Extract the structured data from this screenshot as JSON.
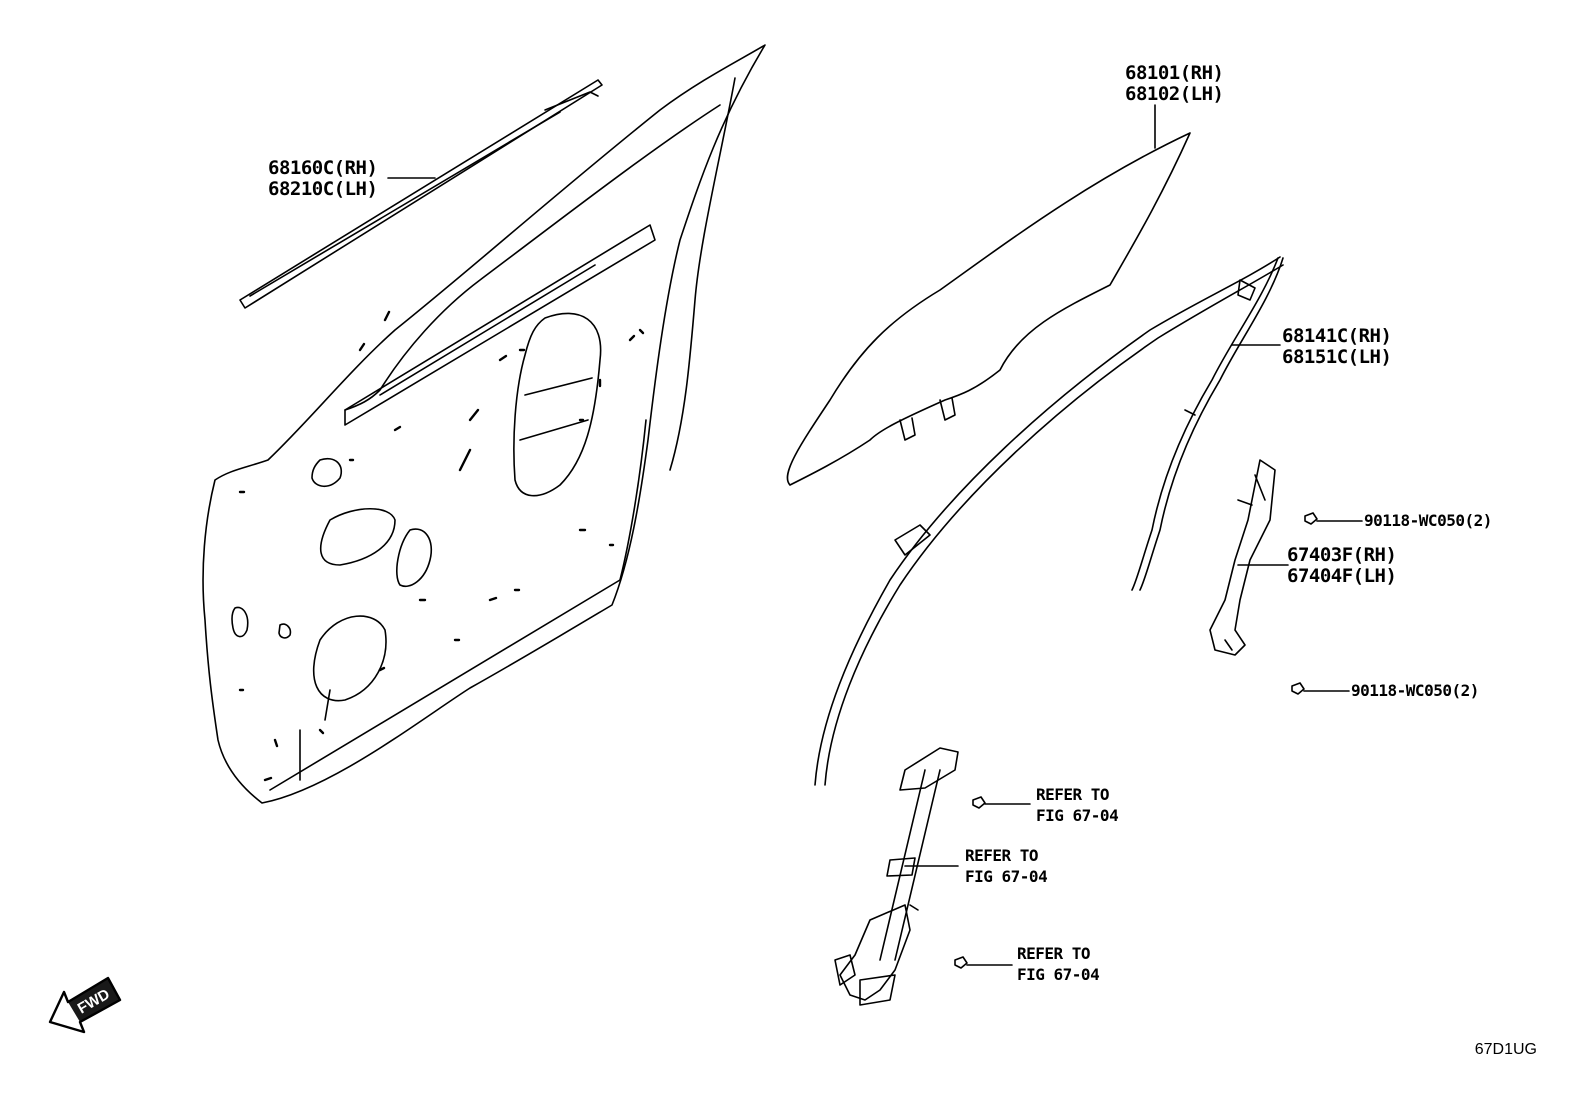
{
  "labels": {
    "molding": {
      "rh": "68160C(RH)",
      "lh": "68210C(LH)"
    },
    "glass": {
      "rh": "68101(RH)",
      "lh": "68102(LH)"
    },
    "channel": {
      "rh": "68141C(RH)",
      "lh": "68151C(LH)"
    },
    "bolt_upper": "90118-WC050(2)",
    "sash": {
      "rh": "67403F(RH)",
      "lh": "67404F(LH)"
    },
    "bolt_lower": "90118-WC050(2)",
    "refer_1": {
      "line1": "REFER TO",
      "line2": "FIG 67-04"
    },
    "refer_2": {
      "line1": "REFER TO",
      "line2": "FIG 67-04"
    },
    "refer_3": {
      "line1": "REFER TO",
      "line2": "FIG 67-04"
    }
  },
  "fwd_arrow": {
    "text": "FWD",
    "icon": "fwd-arrow-icon"
  },
  "diagram_code": "67D1UG"
}
